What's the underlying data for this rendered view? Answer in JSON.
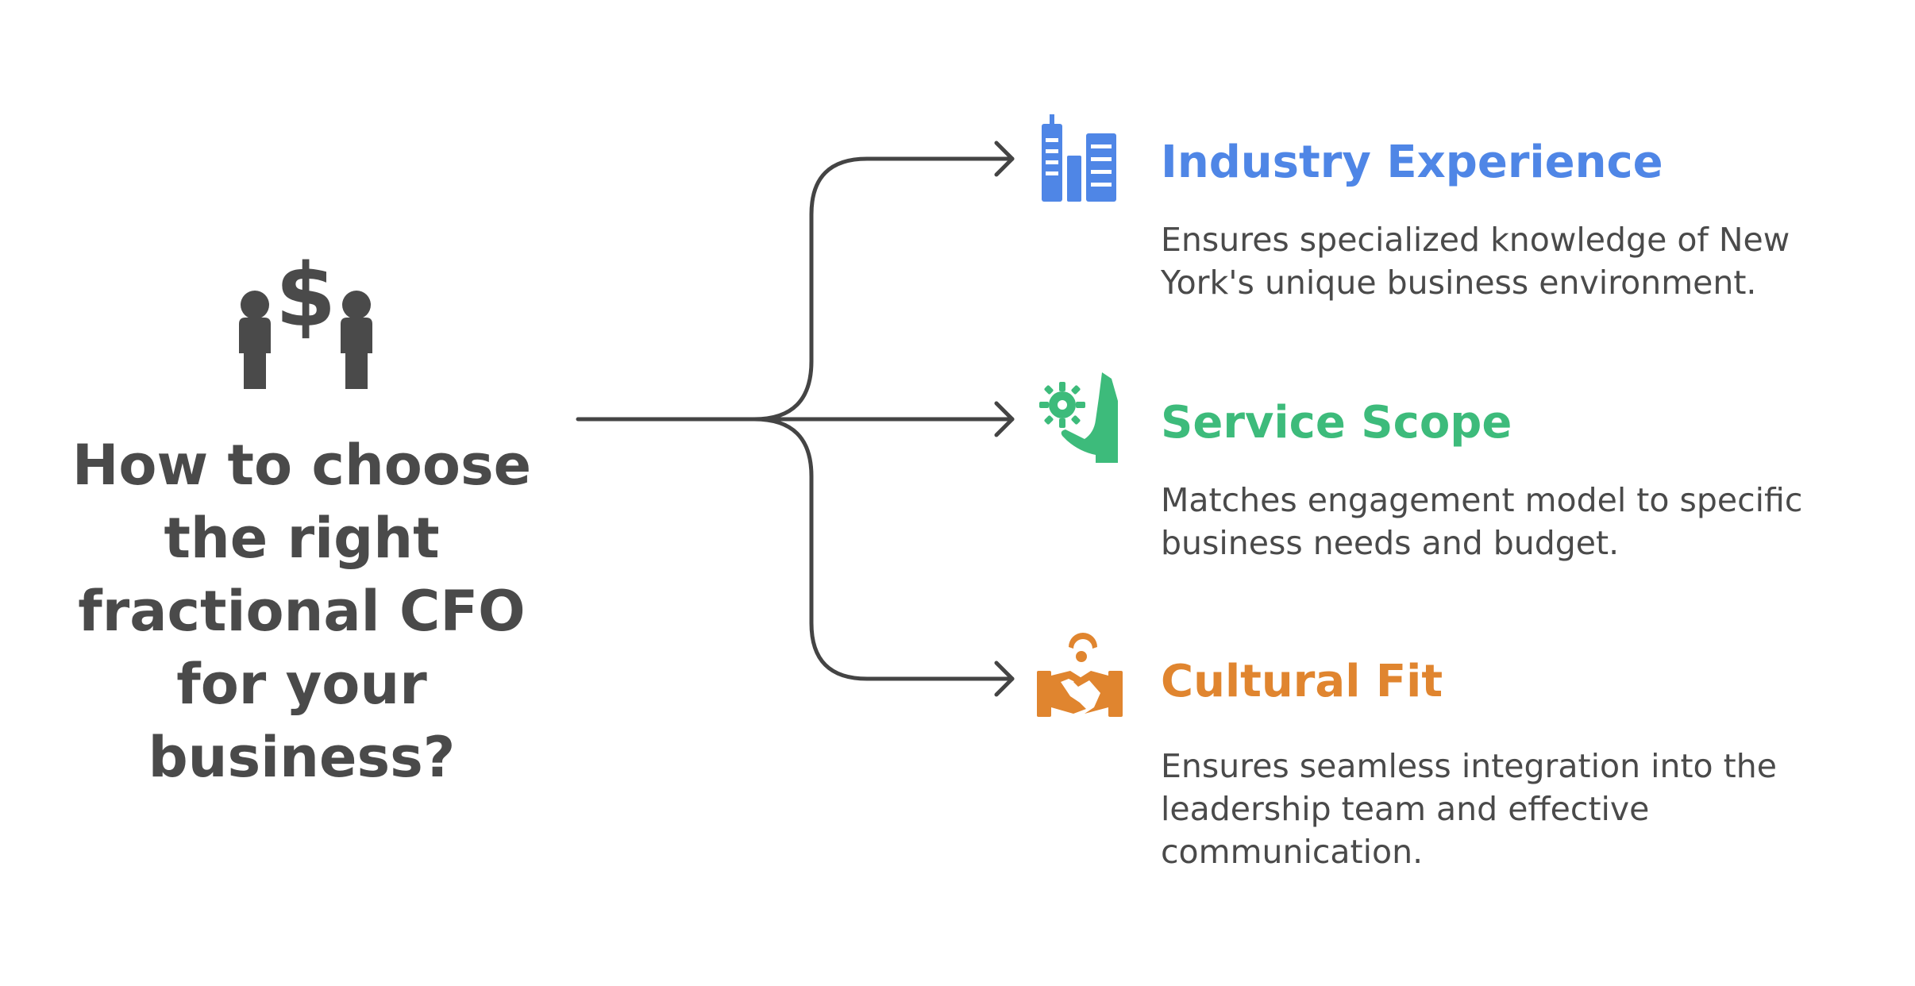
{
  "colors": {
    "text": "#4a4a4a",
    "line": "#444444",
    "industry": "#4f86e6",
    "service": "#3dbb7b",
    "cultural": "#e0852f"
  },
  "root": {
    "question_lines": [
      "How to choose",
      "the right",
      "fractional CFO",
      "for your",
      "business?"
    ],
    "icon": "people-with-dollar-icon"
  },
  "items": [
    {
      "title": "Industry Experience",
      "description": "Ensures specialized knowledge of New York's unique business environment.",
      "icon": "city-buildings-icon"
    },
    {
      "title": "Service Scope",
      "description": "Matches engagement model to specific business needs and budget.",
      "icon": "hand-with-gear-icon"
    },
    {
      "title": "Cultural Fit",
      "description": "Ensures seamless integration into the leadership team and effective communication.",
      "icon": "handshake-icon"
    }
  ]
}
